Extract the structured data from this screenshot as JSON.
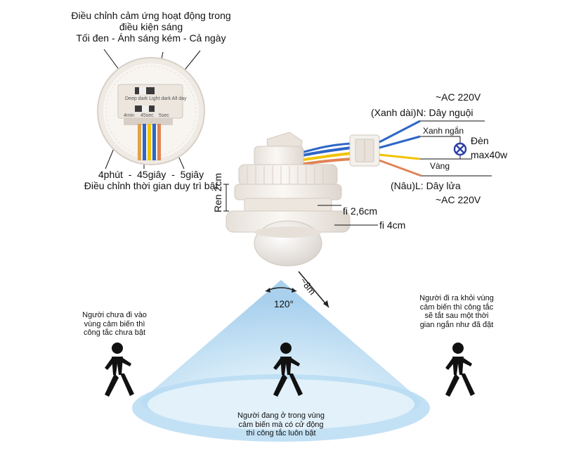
{
  "top_caption": {
    "line1": "Điều chỉnh cảm ứng hoạt động trong",
    "line2": "điều kiện sáng",
    "line3": "Tối đen - Ánh sáng kém - Cả ngày"
  },
  "bottom_caption": {
    "line1": "4phút  -  45giây  -  5giây",
    "line2": "Điều chỉnh thời gian duy trì bật"
  },
  "dial_labels": {
    "light": "Deep dark Light dark All day",
    "time_min": "4min",
    "time_45": "45sec",
    "time_5": "5sec"
  },
  "wiring": {
    "ac_top": "~AC 220V",
    "neutral": "(Xanh dài)N: Dây nguội",
    "short_blue": "Xanh ngắn",
    "lamp": "Đèn",
    "lamp_power": "max40w",
    "yellow": "Vàng",
    "live": "(Nâu)L: Dây lửa",
    "ac_bottom": "~AC 220V"
  },
  "dimensions": {
    "thread": "Ren 2cm",
    "diameter_small": "fi 2,6cm",
    "diameter_large": "fi 4cm",
    "range": "~8m",
    "angle": "120°"
  },
  "scenarios": {
    "left": [
      "Người chưa đi vào",
      "vùng cảm biến thì",
      "công tắc chưa bật"
    ],
    "center": [
      "Người đang ở trong vùng",
      "cảm biến mà có cử động",
      "thì công tắc luôn bật"
    ],
    "right": [
      "Người đi ra khỏi vùng",
      "cảm biến thì công tắc",
      "sẽ tắt sau một thời",
      "gian ngắn như đã đặt"
    ]
  },
  "colors": {
    "wire_blue": "#2f66c7",
    "wire_yellow": "#f2c200",
    "wire_orange": "#e08456",
    "sensor_body": "#f3efea",
    "cone": "#aed4ee",
    "lamp_icon": "#2b3fa8"
  },
  "icons": [
    "walking-person-icon",
    "lamp-icon"
  ]
}
